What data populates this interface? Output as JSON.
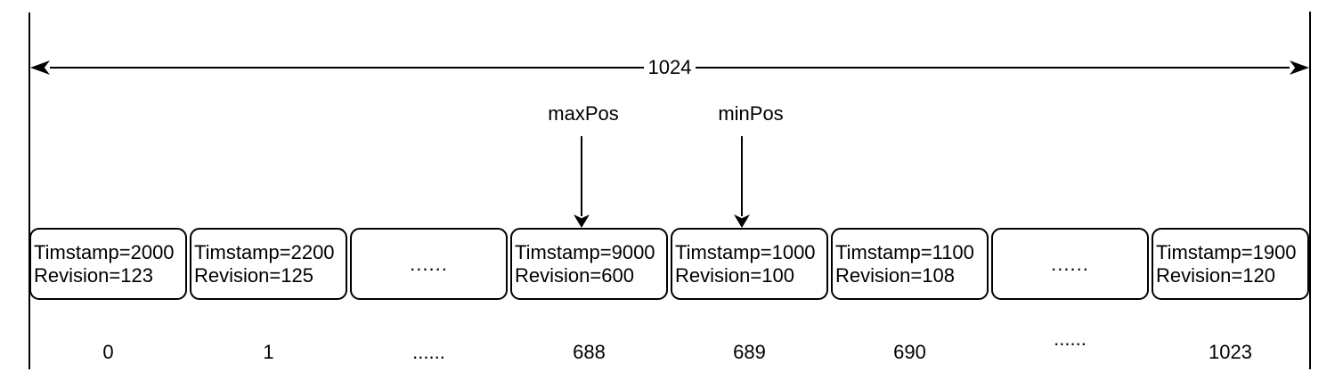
{
  "diagram": {
    "ruler": {
      "label": "1024"
    },
    "pointers": {
      "max": {
        "label": "maxPos"
      },
      "min": {
        "label": "minPos"
      }
    },
    "cells": [
      {
        "line1": "Timstamp=2000",
        "line2": "Revision=123",
        "index": "0"
      },
      {
        "line1": "Timstamp=2200",
        "line2": "Revision=125",
        "index": "1"
      },
      {
        "dots": "......",
        "index": "......"
      },
      {
        "line1": "Timstamp=9000",
        "line2": "Revision=600",
        "index": "688"
      },
      {
        "line1": "Timstamp=1000",
        "line2": "Revision=100",
        "index": "689"
      },
      {
        "line1": "Timstamp=1100",
        "line2": "Revision=108",
        "index": "690"
      },
      {
        "dots": "......",
        "index": "......"
      },
      {
        "line1": "Timstamp=1900",
        "line2": "Revision=120",
        "index": "1023"
      }
    ]
  }
}
